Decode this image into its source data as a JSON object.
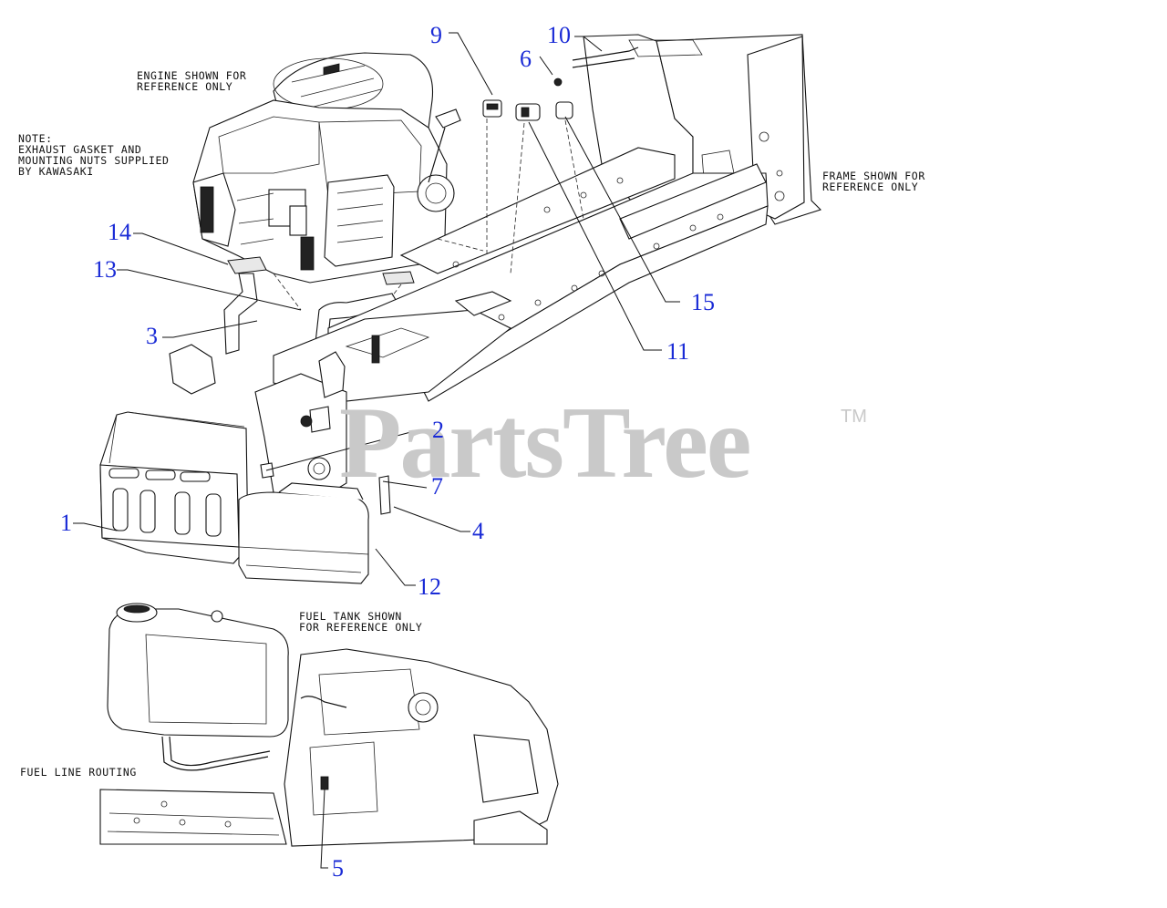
{
  "notes": {
    "engine": "ENGINE SHOWN FOR\nREFERENCE ONLY",
    "exhaust": "NOTE:\nEXHAUST GASKET AND\nMOUNTING NUTS SUPPLIED\nBY KAWASAKI",
    "frame": "FRAME SHOWN FOR\nREFERENCE ONLY",
    "fuel_tank": "FUEL TANK SHOWN\nFOR REFERENCE ONLY",
    "fuel_line": "FUEL LINE ROUTING"
  },
  "callouts": {
    "c1": "1",
    "c2": "2",
    "c3": "3",
    "c4": "4",
    "c5": "5",
    "c6": "6",
    "c7": "7",
    "c9": "9",
    "c10": "10",
    "c11": "11",
    "c12": "12",
    "c13": "13",
    "c14": "14",
    "c15": "15"
  },
  "watermark": {
    "text": "PartsTree",
    "trademark": "TM"
  },
  "colors": {
    "callout": "#1a2bd6",
    "watermark": "#c9c9c9",
    "line": "#111111"
  }
}
